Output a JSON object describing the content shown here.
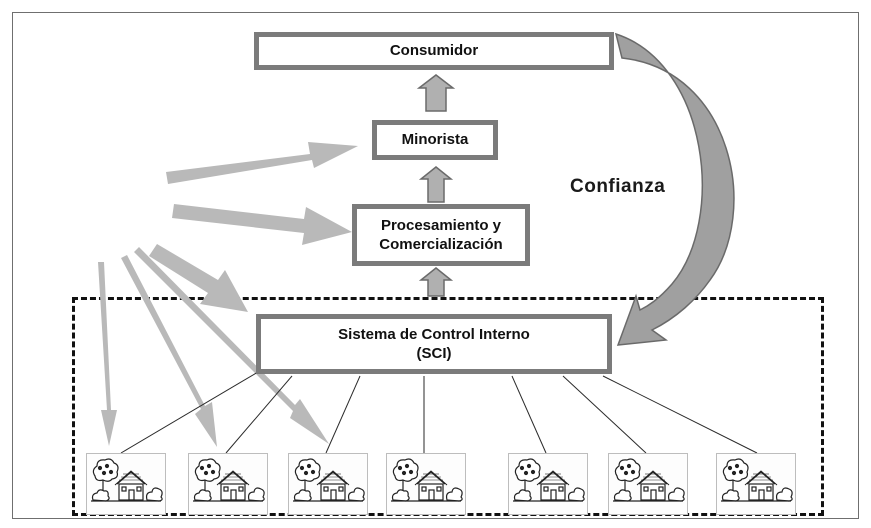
{
  "nodes": {
    "consumer": "Consumidor",
    "retailer": "Minorista",
    "processing_line1": "Procesamiento y",
    "processing_line2": "Comercialización",
    "ics_line1": "Sistema de Control Interno",
    "ics_line2": "(SCI)"
  },
  "trust_label": "Confianza",
  "farms": [
    {
      "icon": "farm-icon"
    },
    {
      "icon": "farm-icon"
    },
    {
      "icon": "farm-icon"
    },
    {
      "icon": "farm-icon"
    },
    {
      "icon": "farm-icon"
    },
    {
      "icon": "farm-icon"
    },
    {
      "icon": "farm-icon"
    }
  ],
  "colors": {
    "box_border": "#7b7b7b",
    "arrow_gray": "#ababab",
    "trust_arrow": "#9a9a9a",
    "dashed": "#111111"
  }
}
